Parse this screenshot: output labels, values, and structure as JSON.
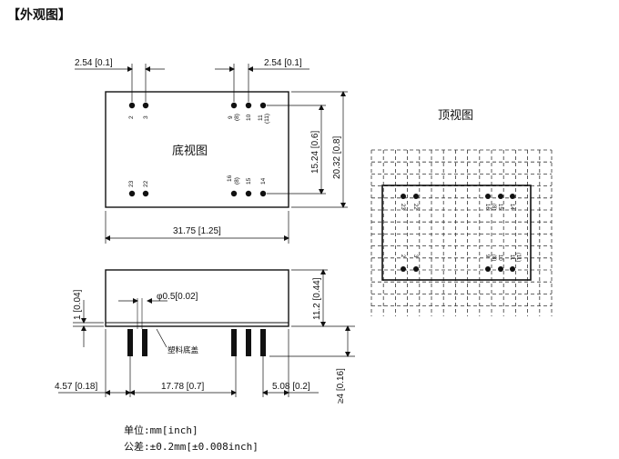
{
  "section_title": "【外观图】",
  "views": {
    "bottom": "底视图",
    "top": "顶视图"
  },
  "dimensions": {
    "pitch_left": "2.54 [0.1]",
    "pitch_right": "2.54 [0.1]",
    "inner_height": "15.24 [0.6]",
    "outer_height": "20.32 [0.8]",
    "length": "31.75 [1.25]",
    "base_height": "1 [0.04]",
    "body_height": "11.2 [0.44]",
    "pin_diameter": "φ0.5[0.02]",
    "pin_length": "≥4 [0.16]",
    "left_offset": "4.57 [0.18]",
    "pin_span": "17.78 [0.7]",
    "right_offset": "5.08 [0.2]"
  },
  "labels": {
    "plastic_base": "塑料底盖"
  },
  "pins": {
    "p2": "2",
    "p3": "3",
    "p9": "9",
    "p9b": "(8)",
    "p10": "10",
    "p11": "11",
    "p11b": "(11)",
    "p23": "23",
    "p22": "22",
    "p16": "16",
    "p16b": "(8)",
    "p15": "15",
    "p14": "14"
  },
  "top_pins": {
    "p23": "23",
    "p22": "22",
    "p16": "16",
    "p16b": "(8)",
    "p15": "15",
    "p14": "14",
    "p2": "2",
    "p3": "3",
    "p9": "9",
    "p9b": "(8)",
    "p10": "10",
    "p11": "11",
    "p11b": "(11)"
  },
  "notes": {
    "unit": "单位:mm[inch]",
    "tolerance": "公差:±0.2mm[±0.008inch]"
  }
}
